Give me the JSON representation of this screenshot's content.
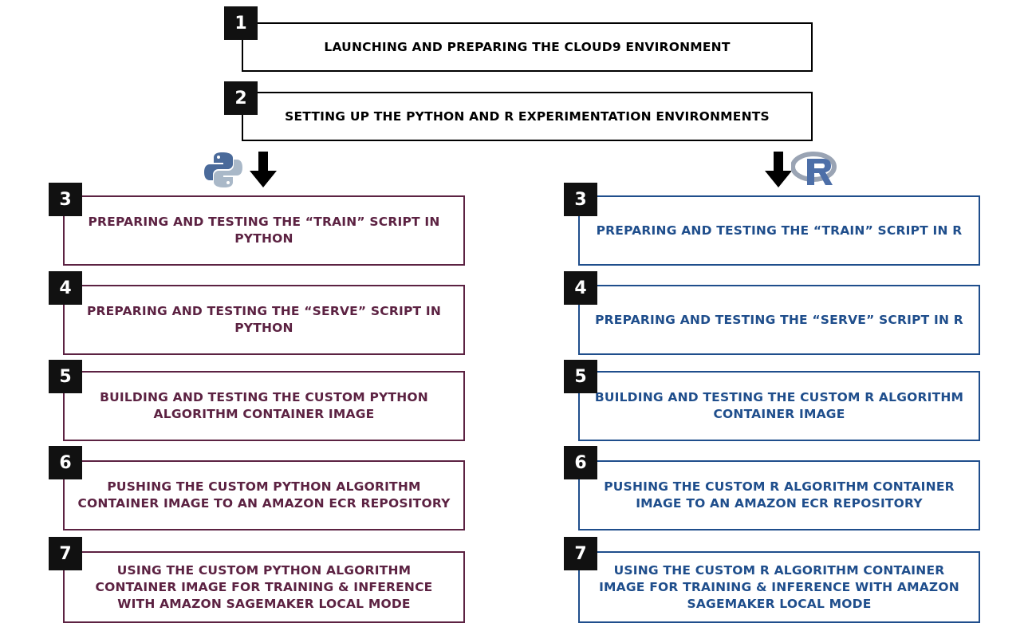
{
  "colors": {
    "python": "#5c2242",
    "r": "#1f4e8c",
    "badge": "#111111"
  },
  "top_steps": [
    {
      "number": "1",
      "label": "LAUNCHING AND PREPARING THE CLOUD9 ENVIRONMENT"
    },
    {
      "number": "2",
      "label": "SETTING UP THE PYTHON AND R EXPERIMENTATION ENVIRONMENTS"
    }
  ],
  "icons": {
    "python": "python-logo-icon",
    "r": "r-logo-icon",
    "arrow": "down-arrow-icon"
  },
  "python_steps": [
    {
      "number": "3",
      "label": "PREPARING AND TESTING THE “TRAIN” SCRIPT IN PYTHON"
    },
    {
      "number": "4",
      "label": "PREPARING AND TESTING THE “SERVE” SCRIPT IN PYTHON"
    },
    {
      "number": "5",
      "label": "BUILDING AND TESTING THE CUSTOM PYTHON ALGORITHM CONTAINER IMAGE"
    },
    {
      "number": "6",
      "label": "PUSHING THE CUSTOM PYTHON ALGORITHM CONTAINER IMAGE TO AN AMAZON ECR REPOSITORY"
    },
    {
      "number": "7",
      "label": "USING THE CUSTOM PYTHON ALGORITHM CONTAINER IMAGE FOR TRAINING & INFERENCE WITH AMAZON SAGEMAKER LOCAL MODE"
    }
  ],
  "r_steps": [
    {
      "number": "3",
      "label": "PREPARING AND TESTING THE “TRAIN” SCRIPT IN R"
    },
    {
      "number": "4",
      "label": "PREPARING AND TESTING THE “SERVE” SCRIPT IN R"
    },
    {
      "number": "5",
      "label": "BUILDING AND TESTING THE CUSTOM R ALGORITHM CONTAINER IMAGE"
    },
    {
      "number": "6",
      "label": "PUSHING THE CUSTOM R ALGORITHM CONTAINER IMAGE TO AN AMAZON ECR REPOSITORY"
    },
    {
      "number": "7",
      "label": "USING THE CUSTOM R ALGORITHM CONTAINER IMAGE FOR TRAINING & INFERENCE WITH AMAZON SAGEMAKER LOCAL MODE"
    }
  ]
}
